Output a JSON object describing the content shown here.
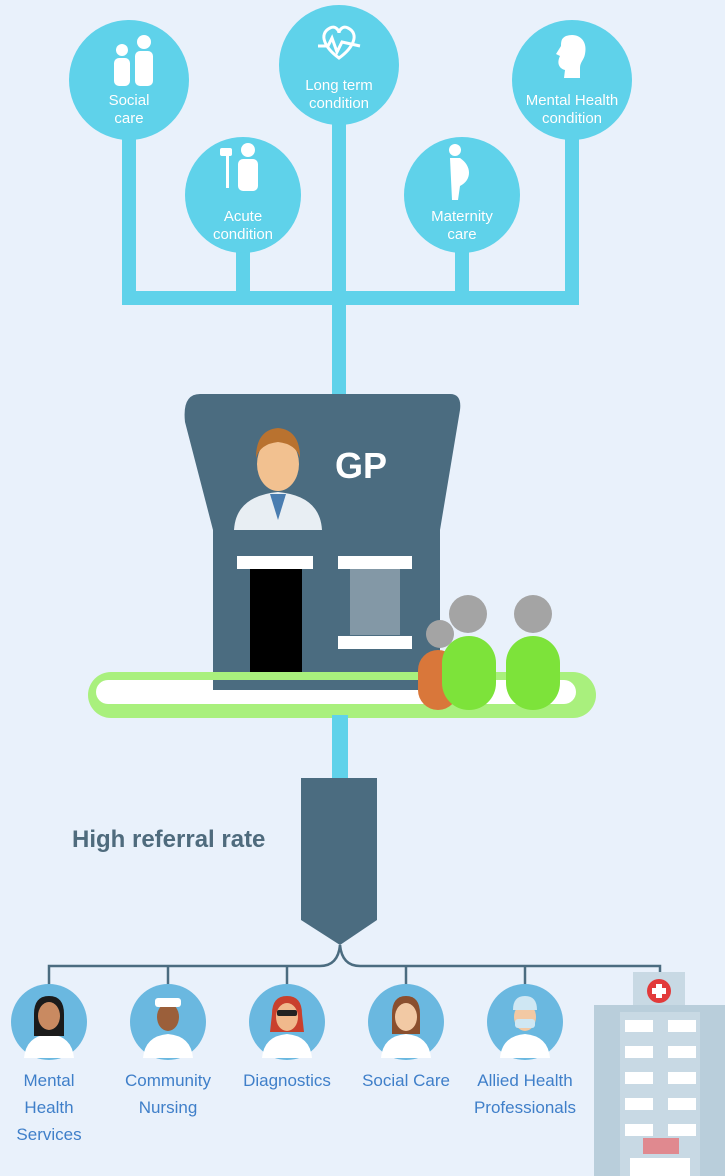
{
  "needs": [
    {
      "id": "social-care",
      "label": "Social\ncare",
      "icon": "family-icon"
    },
    {
      "id": "long-term",
      "label": "Long term\ncondition",
      "icon": "heartbeat-icon"
    },
    {
      "id": "mental-health",
      "label": "Mental Health\ncondition",
      "icon": "head-icon"
    },
    {
      "id": "acute",
      "label": "Acute\ncondition",
      "icon": "patient-drip-icon"
    },
    {
      "id": "maternity",
      "label": "Maternity\ncare",
      "icon": "pregnant-woman-icon"
    }
  ],
  "gp": {
    "label": "GP",
    "icon": "doctor-icon"
  },
  "referral": {
    "label": "High referral rate"
  },
  "services": [
    {
      "id": "mental-health-services",
      "label": "Mental\nHealth\nServices",
      "icon": "mental-health-nurse-icon"
    },
    {
      "id": "community-nursing",
      "label": "Community\nNursing",
      "icon": "nurse-icon"
    },
    {
      "id": "diagnostics",
      "label": "Diagnostics",
      "icon": "diagnostician-icon"
    },
    {
      "id": "social-care-service",
      "label": "Social Care",
      "icon": "social-worker-icon"
    },
    {
      "id": "allied-health",
      "label": "Allied Health\nProfessionals",
      "icon": "surgeon-icon"
    }
  ],
  "hospital": {
    "icon": "hospital-icon"
  },
  "colors": {
    "background": "#e9f1fb",
    "accent": "#5fd2ea",
    "building": "#4b6c80",
    "green": "#7de33a",
    "orange": "#d9773a",
    "service_text": "#3f7fc9"
  }
}
